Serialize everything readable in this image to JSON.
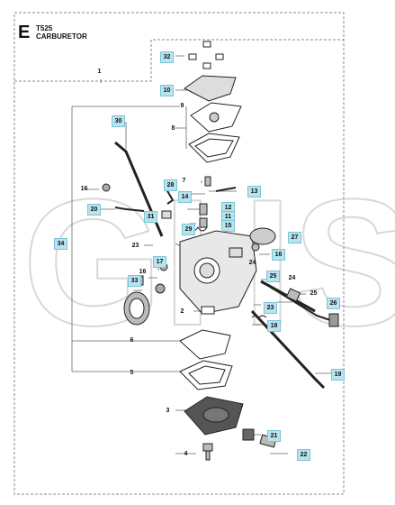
{
  "header": {
    "section_letter": "E",
    "title_line1": "T525",
    "title_line2": "CARBURETOR"
  },
  "watermark": "GHS",
  "callouts": {
    "c1": "1",
    "c32": "32",
    "c10": "10",
    "c9": "9",
    "c8": "8",
    "c30": "30",
    "c7": "7",
    "c28": "28",
    "c13": "13",
    "c14": "14",
    "c16a": "16",
    "c12": "12",
    "c20": "20",
    "c31": "31",
    "c11": "11",
    "c15": "15",
    "c29": "29",
    "c27": "27",
    "c34": "34",
    "c23a": "23",
    "c16b": "16",
    "c17": "17",
    "c24a": "24",
    "c25a": "25",
    "c24b": "24",
    "c33": "33",
    "c16c": "16",
    "c25b": "25",
    "c26": "26",
    "c23b": "23",
    "c2": "2",
    "c18": "18",
    "c6": "6",
    "c5": "5",
    "c19": "19",
    "c3": "3",
    "c21": "21",
    "c4": "4",
    "c22": "22"
  },
  "colors": {
    "callout_fill": "#b9e3ee",
    "line": "#555555",
    "watermark": "#d8d8d8"
  }
}
